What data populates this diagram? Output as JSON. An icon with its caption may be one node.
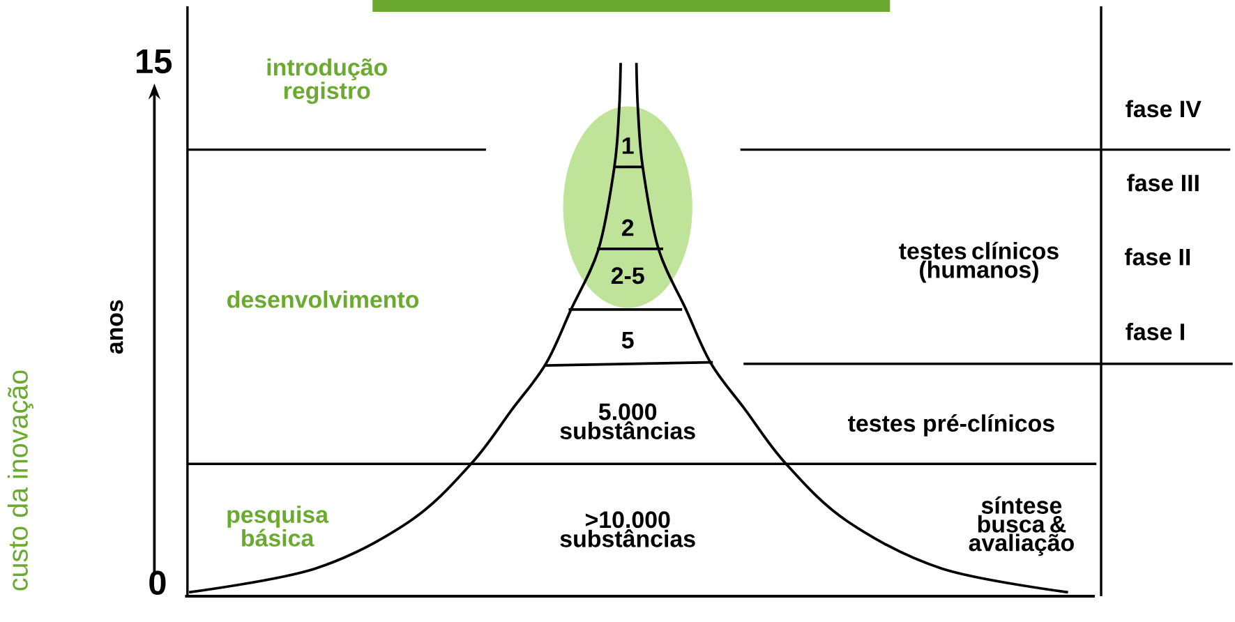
{
  "diagram": {
    "labels": [
      "15",
      "introdução registro",
      "fase IV",
      "1",
      "fase III",
      "2",
      "testes clínicos (humanos)",
      "fase II",
      "2-5",
      "desenvolvimento",
      "anos",
      "5",
      "fase I",
      "5.000 substâncias",
      "testes pré-clínicos",
      "síntese busca & avaliação",
      "pesquisa básica",
      ">10.000 substâncias",
      "custo da inovação",
      "0"
    ]
  }
}
